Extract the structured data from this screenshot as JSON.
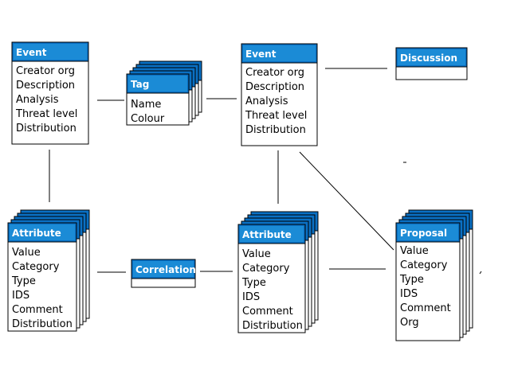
{
  "colors": {
    "header": "#0a70c4",
    "header_inner": "#1b8bd6",
    "border": "#000000",
    "background": "#ffffff"
  },
  "entities": {
    "event_left": {
      "title": "Event",
      "fields": [
        "Creator org",
        "Description",
        "Analysis",
        "Threat level",
        "Distribution"
      ]
    },
    "tag": {
      "title": "Tag",
      "fields": [
        "Name",
        "Colour"
      ]
    },
    "event_right": {
      "title": "Event",
      "fields": [
        "Creator org",
        "Description",
        "Analysis",
        "Threat level",
        "Distribution"
      ]
    },
    "discussion": {
      "title": "Discussion",
      "fields": []
    },
    "attribute_left": {
      "title": "Attribute",
      "fields": [
        "Value",
        "Category",
        "Type",
        "IDS",
        "Comment",
        "Distribution"
      ]
    },
    "correlation": {
      "title": "Correlation",
      "fields": []
    },
    "attribute_right": {
      "title": "Attribute",
      "fields": [
        "Value",
        "Category",
        "Type",
        "IDS",
        "Comment",
        "Distribution"
      ]
    },
    "proposal": {
      "title": "Proposal",
      "fields": [
        "Value",
        "Category",
        "Type",
        "IDS",
        "Comment",
        "Org"
      ]
    }
  }
}
